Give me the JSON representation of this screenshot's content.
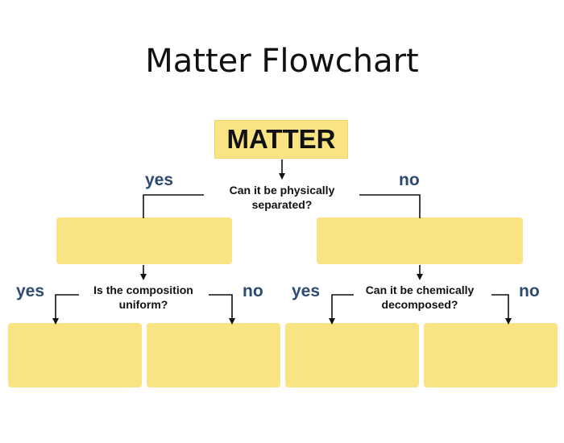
{
  "title": "Matter Flowchart",
  "root": "MATTER",
  "questions": {
    "physical": "Can it be physically separated?",
    "uniform": "Is the composition uniform?",
    "chemical": "Can it be chemically decomposed?"
  },
  "answers": {
    "yes": "yes",
    "no": "no"
  },
  "colors": {
    "box_fill": "#fae383",
    "answer_text": "#2e4a70",
    "line": "#111111"
  }
}
